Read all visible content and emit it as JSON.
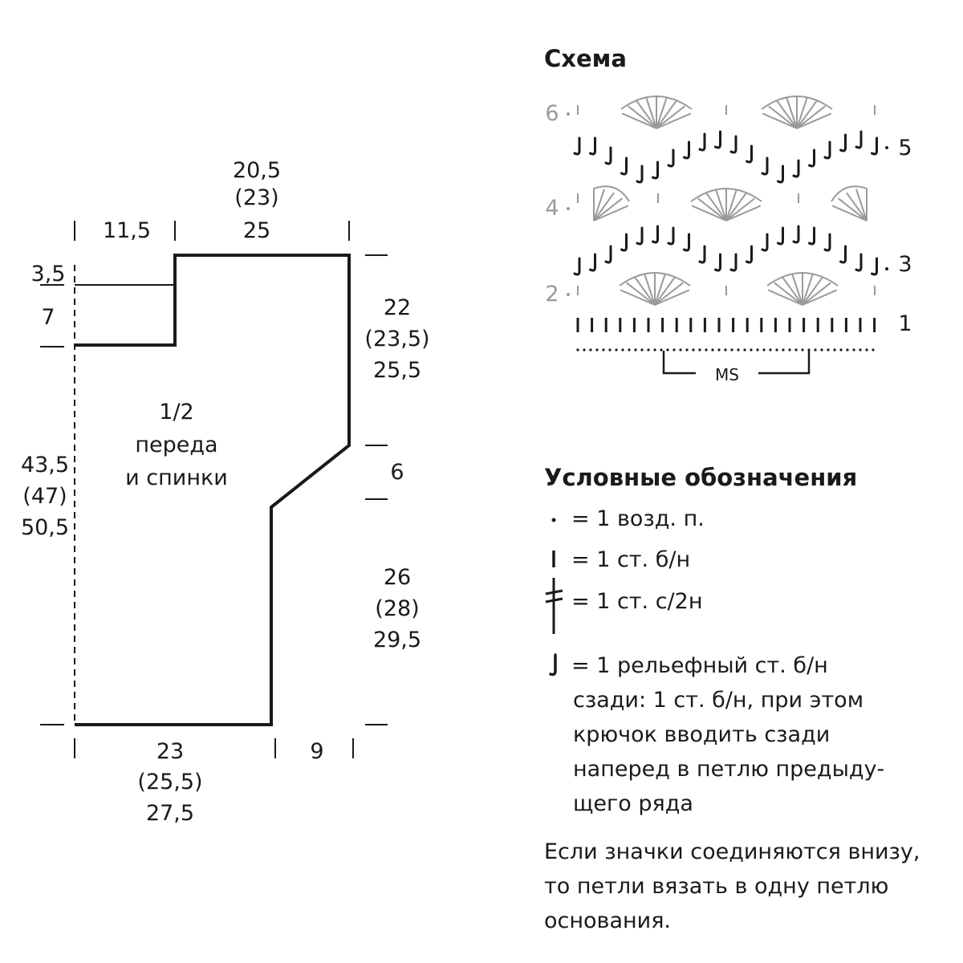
{
  "pattern": {
    "title": "1/2",
    "title_line2": "переда",
    "title_line3": "и спинки",
    "top_width": {
      "a": "20,5",
      "b": "(23)",
      "c": "25"
    },
    "shoulder": "11,5",
    "neck_depth_a": "3,5",
    "neck_depth_b": "7",
    "armhole": {
      "a": "22",
      "b": "(23,5)",
      "c": "25,5"
    },
    "shape_step": "6",
    "side": {
      "a": "26",
      "b": "(28)",
      "c": "29,5"
    },
    "total_height": {
      "a": "43,5",
      "b": "(47)",
      "c": "50,5"
    },
    "bottom_width": {
      "a": "23",
      "b": "(25,5)",
      "c": "27,5"
    },
    "bottom_step": "9"
  },
  "scheme": {
    "title": "Схема",
    "row_labels": [
      "6",
      "5",
      "4",
      "3",
      "2",
      "1"
    ],
    "repeat_label": "MS"
  },
  "legend": {
    "title": "Условные обозначения",
    "items": [
      {
        "symbol": "dot-icon",
        "text": "= 1 возд. п."
      },
      {
        "symbol": "single-crochet-icon",
        "text": "= 1 ст. б/н"
      },
      {
        "symbol": "double-treble-icon",
        "text": "= 1 ст. с/2н"
      },
      {
        "symbol": "back-post-icon",
        "text": "= 1 рельефный ст. б/н"
      }
    ],
    "back_post_desc": [
      "сзади: 1 ст. б/н, при этом",
      "крючок вводить сзади",
      "наперед в петлю предыду-",
      "щего ряда"
    ],
    "note": "Если значки соединяются внизу, то петли вязать в одну петлю основания."
  },
  "colors": {
    "ink": "#1a1a1a",
    "faded": "#9a9a9a"
  }
}
